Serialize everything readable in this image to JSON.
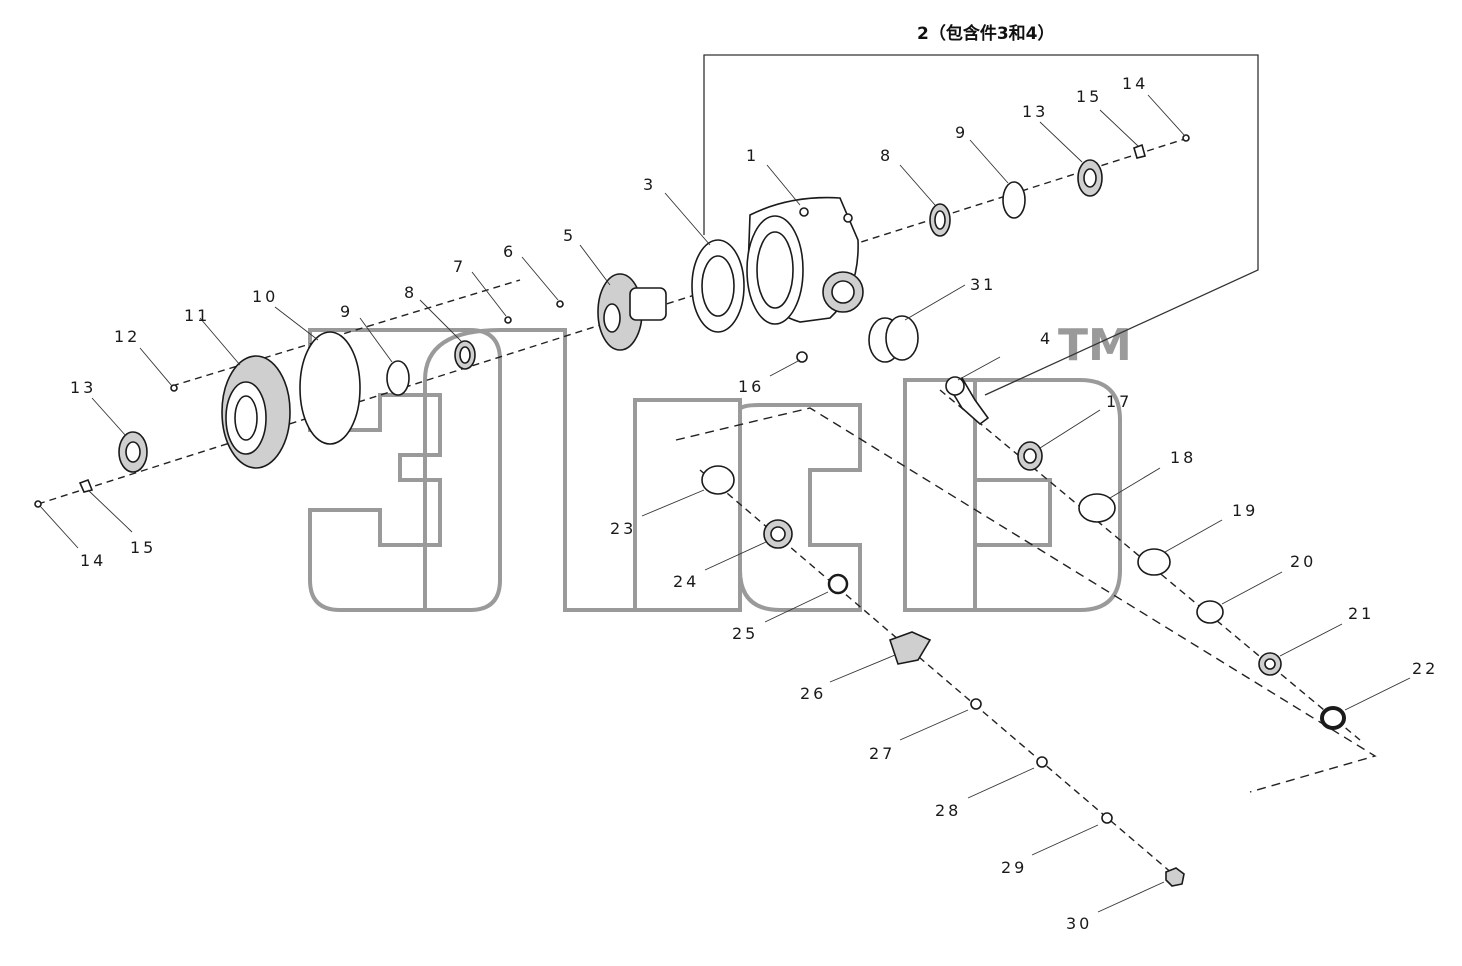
{
  "assembly_note": "2（包含件3和4）",
  "watermark": {
    "trademark": "TM"
  },
  "callouts": [
    "1",
    "3",
    "4",
    "5",
    "6",
    "7",
    "8",
    "8",
    "9",
    "9",
    "10",
    "11",
    "12",
    "13",
    "13",
    "14",
    "14",
    "15",
    "15",
    "16",
    "17",
    "18",
    "19",
    "20",
    "21",
    "22",
    "23",
    "24",
    "25",
    "26",
    "27",
    "28",
    "29",
    "30",
    "31"
  ]
}
